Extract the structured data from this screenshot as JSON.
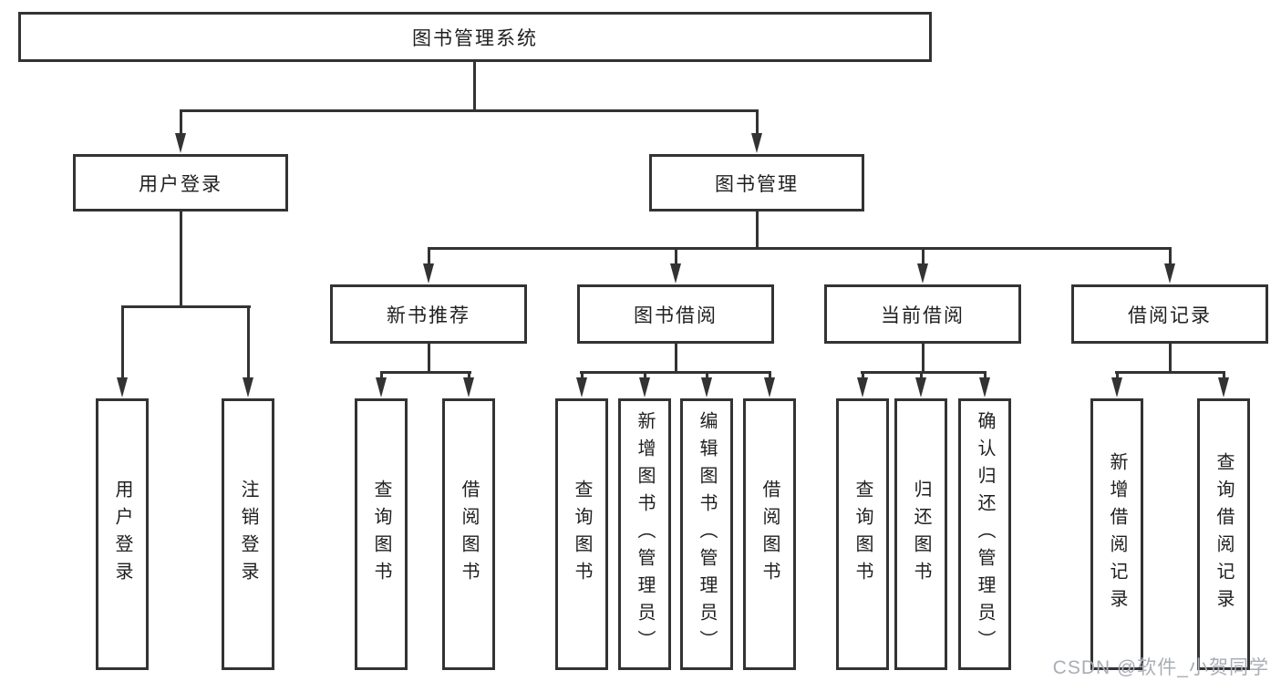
{
  "diagram": {
    "root": {
      "label": "图书管理系统"
    },
    "branches": [
      {
        "label": "用户登录",
        "children": [
          {
            "label": "用户登录"
          },
          {
            "label": "注销登录"
          }
        ]
      },
      {
        "label": "图书管理",
        "children": [
          {
            "label": "新书推荐",
            "children": [
              {
                "label": "查询图书"
              },
              {
                "label": "借阅图书"
              }
            ]
          },
          {
            "label": "图书借阅",
            "children": [
              {
                "label": "查询图书"
              },
              {
                "label": "新增图书（管理员）"
              },
              {
                "label": "编辑图书（管理员）"
              },
              {
                "label": "借阅图书"
              }
            ]
          },
          {
            "label": "当前借阅",
            "children": [
              {
                "label": "查询图书"
              },
              {
                "label": "归还图书"
              },
              {
                "label": "确认归还（管理员）"
              }
            ]
          },
          {
            "label": "借阅记录",
            "children": [
              {
                "label": "新增借阅记录"
              },
              {
                "label": "查询借阅记录"
              }
            ]
          }
        ]
      }
    ],
    "watermark": "CSDN @软件_小贺同学",
    "colors": {
      "line": "#333333",
      "text": "#1f1f1f",
      "box_bg": "#ffffff",
      "background": "#ffffff",
      "watermark": "#a9adb5"
    }
  }
}
